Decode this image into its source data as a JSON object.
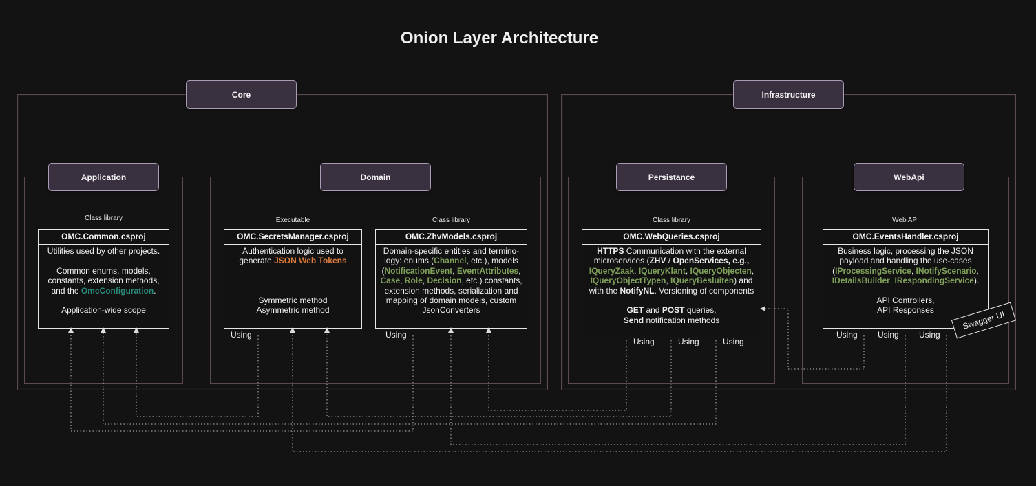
{
  "title": "Onion Layer Architecture",
  "layers": {
    "core": "Core",
    "infrastructure": "Infrastructure"
  },
  "modules": {
    "application": {
      "label": "Application",
      "kind": "Class library",
      "project": "OMC.Common.csproj",
      "lines": {
        "l1": "Utilities used by other projects.",
        "l2": "Common enums, models,",
        "l3": "constants, extension methods,",
        "l4a": "and the ",
        "l4b": "OmcConfiguration",
        "l4c": ".",
        "l5": "Application-wide scope"
      }
    },
    "domain": {
      "label": "Domain",
      "secrets": {
        "kind": "Executable",
        "project": "OMC.SecretsManager.csproj",
        "lines": {
          "l1": "Authentication logic used to",
          "l2a": "generate ",
          "l2b": "JSON Web Tokens",
          "l3": "Symmetric method",
          "l4": "Asymmetric method"
        },
        "using": "Using"
      },
      "models": {
        "kind": "Class library",
        "project": "OMC.ZhvModels.csproj",
        "lines": {
          "l1": "Domain-specific entities and termino-",
          "l2a": "logy: enums (",
          "l2b": "Channel",
          "l2c": ", etc.), models",
          "l3a": "(",
          "l3b": "NotificationEvent",
          "l3c": ", ",
          "l3d": "EventAttributes",
          "l3e": ",",
          "l4a": "Case",
          "l4b": ", ",
          "l4c": "Role",
          "l4d": ", ",
          "l4e": "Decision",
          "l4f": ", etc.) constants,",
          "l5": "extension methods, serialization and",
          "l6": "mapping of domain models, custom",
          "l7": "JsonConverters"
        },
        "using": "Using"
      }
    },
    "persistance": {
      "label": "Persistance",
      "kind": "Class library",
      "project": "OMC.WebQueries.csproj",
      "lines": {
        "l1a": "HTTPS",
        "l1b": " Communication with the external",
        "l2a": "microservices (",
        "l2b": "ZHV",
        "l2c": " / ",
        "l2d": "OpenServices, e.g.,",
        "l3a": "IQueryZaak",
        "l3b": ", ",
        "l3c": "IQueryKlant",
        "l3d": ", ",
        "l3e": "IQueryObjecten",
        "l3f": ",",
        "l4a": "IQueryObjectTypen",
        "l4b": ", ",
        "l4c": "IQueryBesluiten",
        "l4d": ") and",
        "l5a": "with the ",
        "l5b": "NotifyNL",
        "l5c": ". Versioning of components",
        "l6a": "GET",
        "l6b": " and ",
        "l6c": "POST",
        "l6d": " queries,",
        "l7a": "Send",
        "l7b": " notification methods"
      },
      "using": [
        "Using",
        "Using",
        "Using"
      ]
    },
    "webapi": {
      "label": "WebApi",
      "kind": "Web API",
      "project": "OMC.EventsHandler.csproj",
      "lines": {
        "l1": "Business logic, processing the JSON",
        "l2": "payload and handling the use-cases",
        "l3a": "(",
        "l3b": "IProcessingService",
        "l3c": ", ",
        "l3d": "INotifyScenario",
        "l3e": ",",
        "l4a": "IDetailsBuilder",
        "l4b": ", ",
        "l4c": "IRespondingService",
        "l4d": ").",
        "l5": "API Controllers,",
        "l6": "API Responses"
      },
      "using": [
        "Using",
        "Using",
        "Using"
      ],
      "swagger": "Swagger UI"
    }
  },
  "colors": {
    "background": "#141313",
    "pill": "#393040",
    "highlight_green": "#7fa05a",
    "highlight_teal": "#2a8a7a",
    "highlight_orange": "#d97b3c",
    "connector": "#cccccc"
  }
}
